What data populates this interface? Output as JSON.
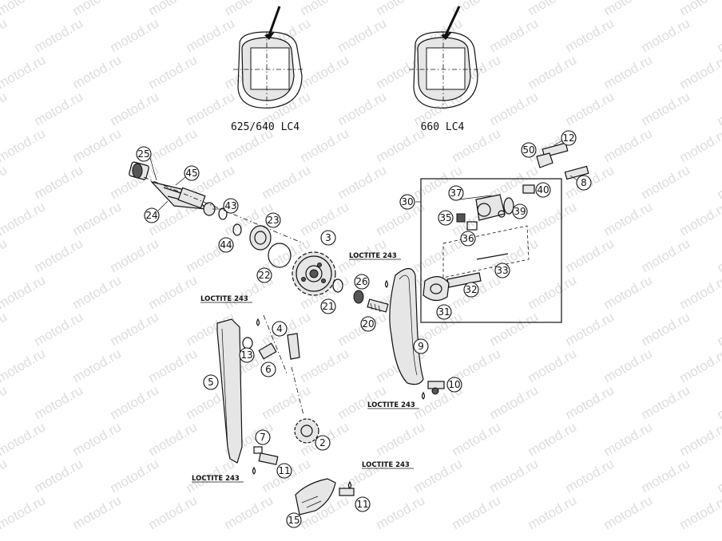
{
  "watermark": "motod.ru",
  "captions": {
    "left_cam": "625/640 LC4",
    "right_cam": "660 LC4"
  },
  "loctite_label": "LOCTITE 243",
  "callouts": {
    "p25": "25",
    "p45": "45",
    "p24": "24",
    "p43": "43",
    "p23": "23",
    "p44": "44",
    "p3": "3",
    "p22": "22",
    "p26": "26",
    "p21": "21",
    "p20": "20",
    "p4": "4",
    "p13": "13",
    "p6": "6",
    "p5": "5",
    "p9": "9",
    "p10": "10",
    "p7": "7",
    "p2": "2",
    "p11a": "11",
    "p11b": "11",
    "p15": "15",
    "p50": "50",
    "p12": "12",
    "p8": "8",
    "p30": "30",
    "p37": "37",
    "p40": "40",
    "p39": "39",
    "p35": "35",
    "p36": "36",
    "p33": "33",
    "p32": "32",
    "p31": "31"
  }
}
